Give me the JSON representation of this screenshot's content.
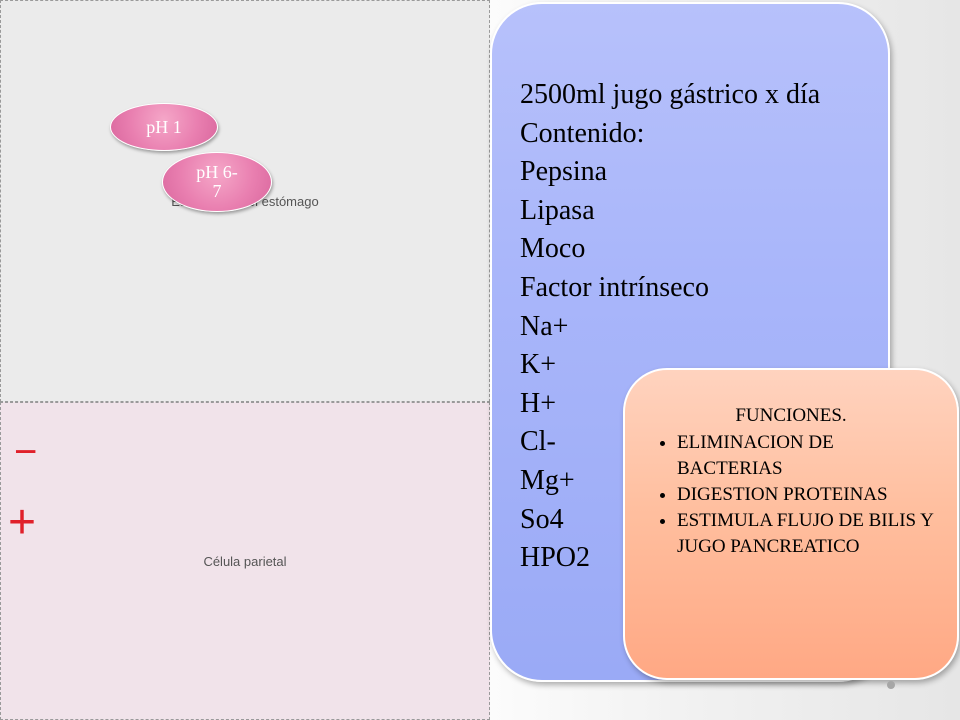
{
  "figures": {
    "stomach_anatomy": "Estructuras del estómago",
    "parietal_cell": "Célula parietal"
  },
  "ph_labels": {
    "fundus": "pH 1",
    "antrum": "pH 6-7"
  },
  "signs": {
    "minus": "−",
    "plus": "+"
  },
  "gastric_juice": {
    "items": [
      "2500ml jugo gástrico x día",
      "Contenido:",
      "Pepsina",
      "Lipasa",
      "Moco",
      "Factor intrínseco",
      "Na+",
      "K+",
      "H+",
      "Cl-",
      "Mg+",
      "So4",
      "HPO2"
    ]
  },
  "functions": {
    "heading": "FUNCIONES.",
    "items": [
      "ELIMINACION DE BACTERIAS",
      "DIGESTION PROTEINAS",
      "ESTIMULA FLUJO DE BILIS Y JUGO PANCREATICO"
    ]
  },
  "colors": {
    "blue_panel": "#a9b6fa",
    "orange_panel": "#ffbf9f",
    "ph_bubble": "#e97fb0",
    "sign": "#e0202a"
  }
}
